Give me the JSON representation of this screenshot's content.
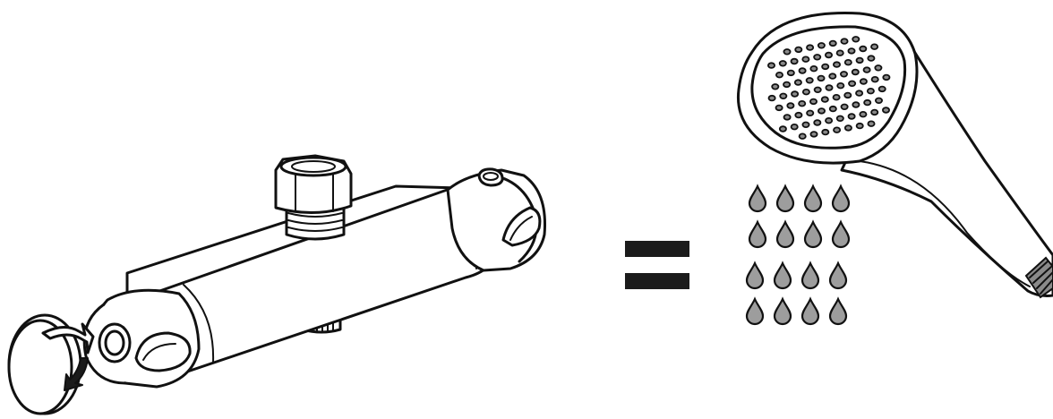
{
  "diagram": {
    "items": [
      {
        "id": "thermostatic-mixer",
        "icon": "thermostatic-mixer-valve-icon"
      },
      {
        "id": "rotation",
        "icon": "rotate-clockwise-arrow-icon",
        "direction": "clockwise"
      },
      {
        "id": "equals",
        "icon": "equals-sign-icon"
      },
      {
        "id": "hand-shower",
        "icon": "hand-shower-head-icon"
      },
      {
        "id": "water-flow",
        "icon": "water-drops-icon",
        "rows": 4,
        "drops_per_row": 4
      }
    ],
    "colors": {
      "ink": "#111111",
      "drop_fill": "#9d9d9d",
      "equals_fill": "#1b1b1b",
      "background": "#ffffff"
    }
  }
}
